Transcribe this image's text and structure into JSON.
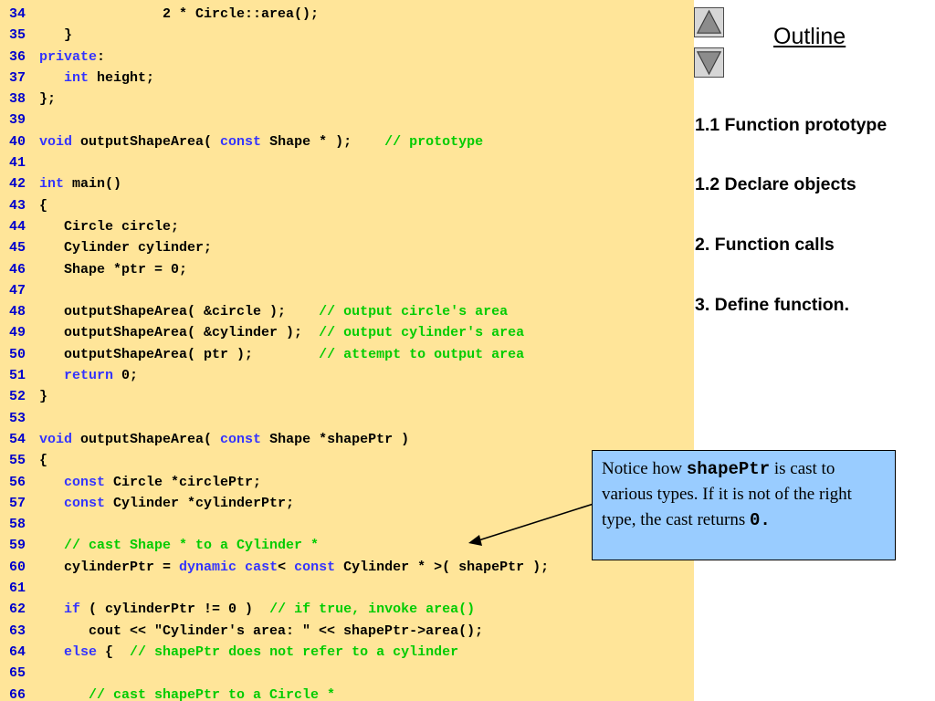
{
  "code": {
    "lines": [
      {
        "num": "34",
        "tokens": [
          {
            "t": "               2 * Circle::area();",
            "c": "tx"
          }
        ]
      },
      {
        "num": "35",
        "tokens": [
          {
            "t": "   }",
            "c": "tx"
          }
        ]
      },
      {
        "num": "36",
        "tokens": [
          {
            "t": "private",
            "c": "kw"
          },
          {
            "t": ":",
            "c": "tx"
          }
        ]
      },
      {
        "num": "37",
        "tokens": [
          {
            "t": "   ",
            "c": "tx"
          },
          {
            "t": "int",
            "c": "kw"
          },
          {
            "t": " height;",
            "c": "tx"
          }
        ]
      },
      {
        "num": "38",
        "tokens": [
          {
            "t": "};",
            "c": "tx"
          }
        ]
      },
      {
        "num": "39",
        "tokens": []
      },
      {
        "num": "40",
        "tokens": [
          {
            "t": "void",
            "c": "kw"
          },
          {
            "t": " outputShapeArea( ",
            "c": "tx"
          },
          {
            "t": "const",
            "c": "kw"
          },
          {
            "t": " Shape * );    ",
            "c": "tx"
          },
          {
            "t": "// prototype",
            "c": "cm"
          }
        ]
      },
      {
        "num": "41",
        "tokens": []
      },
      {
        "num": "42",
        "tokens": [
          {
            "t": "int",
            "c": "kw"
          },
          {
            "t": " main()",
            "c": "tx"
          }
        ]
      },
      {
        "num": "43",
        "tokens": [
          {
            "t": "{",
            "c": "tx"
          }
        ]
      },
      {
        "num": "44",
        "tokens": [
          {
            "t": "   Circle circle;",
            "c": "tx"
          }
        ]
      },
      {
        "num": "45",
        "tokens": [
          {
            "t": "   Cylinder cylinder;",
            "c": "tx"
          }
        ]
      },
      {
        "num": "46",
        "tokens": [
          {
            "t": "   Shape *ptr = 0;",
            "c": "tx"
          }
        ]
      },
      {
        "num": "47",
        "tokens": []
      },
      {
        "num": "48",
        "tokens": [
          {
            "t": "   outputShapeArea( &circle );    ",
            "c": "tx"
          },
          {
            "t": "// output circle's area",
            "c": "cm"
          }
        ]
      },
      {
        "num": "49",
        "tokens": [
          {
            "t": "   outputShapeArea( &cylinder );  ",
            "c": "tx"
          },
          {
            "t": "// output cylinder's area",
            "c": "cm"
          }
        ]
      },
      {
        "num": "50",
        "tokens": [
          {
            "t": "   outputShapeArea( ptr );        ",
            "c": "tx"
          },
          {
            "t": "// attempt to output area",
            "c": "cm"
          }
        ]
      },
      {
        "num": "51",
        "tokens": [
          {
            "t": "   ",
            "c": "tx"
          },
          {
            "t": "return",
            "c": "kw"
          },
          {
            "t": " 0;",
            "c": "tx"
          }
        ]
      },
      {
        "num": "52",
        "tokens": [
          {
            "t": "}",
            "c": "tx"
          }
        ]
      },
      {
        "num": "53",
        "tokens": []
      },
      {
        "num": "54",
        "tokens": [
          {
            "t": "void",
            "c": "kw"
          },
          {
            "t": " outputShapeArea( ",
            "c": "tx"
          },
          {
            "t": "const",
            "c": "kw"
          },
          {
            "t": " Shape *shapePtr )",
            "c": "tx"
          }
        ]
      },
      {
        "num": "55",
        "tokens": [
          {
            "t": "{",
            "c": "tx"
          }
        ]
      },
      {
        "num": "56",
        "tokens": [
          {
            "t": "   ",
            "c": "tx"
          },
          {
            "t": "const",
            "c": "kw"
          },
          {
            "t": " Circle *circlePtr;",
            "c": "tx"
          }
        ]
      },
      {
        "num": "57",
        "tokens": [
          {
            "t": "   ",
            "c": "tx"
          },
          {
            "t": "const",
            "c": "kw"
          },
          {
            "t": " Cylinder *cylinderPtr;",
            "c": "tx"
          }
        ]
      },
      {
        "num": "58",
        "tokens": []
      },
      {
        "num": "59",
        "tokens": [
          {
            "t": "   ",
            "c": "tx"
          },
          {
            "t": "// cast Shape * to a Cylinder *",
            "c": "cm"
          }
        ]
      },
      {
        "num": "60",
        "tokens": [
          {
            "t": "   cylinderPtr = ",
            "c": "tx"
          },
          {
            "t": "dynamic",
            "c": "kw"
          },
          {
            "t": " ",
            "c": "tx"
          },
          {
            "t": "cast",
            "c": "kw"
          },
          {
            "t": "< ",
            "c": "tx"
          },
          {
            "t": "const",
            "c": "kw"
          },
          {
            "t": " Cylinder * >( shapePtr );",
            "c": "tx"
          }
        ]
      },
      {
        "num": "61",
        "tokens": []
      },
      {
        "num": "62",
        "tokens": [
          {
            "t": "   ",
            "c": "tx"
          },
          {
            "t": "if",
            "c": "kw"
          },
          {
            "t": " ( cylinderPtr != 0 )  ",
            "c": "tx"
          },
          {
            "t": "// if true, invoke area()",
            "c": "cm"
          }
        ]
      },
      {
        "num": "63",
        "tokens": [
          {
            "t": "      cout << \"Cylinder's area: \" << shapePtr->area();",
            "c": "tx"
          }
        ]
      },
      {
        "num": "64",
        "tokens": [
          {
            "t": "   ",
            "c": "tx"
          },
          {
            "t": "else",
            "c": "kw"
          },
          {
            "t": " {  ",
            "c": "tx"
          },
          {
            "t": "// shapePtr does not refer to a cylinder",
            "c": "cm"
          }
        ]
      },
      {
        "num": "65",
        "tokens": []
      },
      {
        "num": "66",
        "tokens": [
          {
            "t": "      ",
            "c": "tx"
          },
          {
            "t": "// cast shapePtr to a Circle *",
            "c": "cm"
          }
        ]
      }
    ]
  },
  "outline": {
    "title": "Outline",
    "items": [
      "1.1 Function prototype",
      "1.2 Declare objects",
      "2. Function calls",
      "3. Define function."
    ]
  },
  "callout": {
    "part1": "Notice how ",
    "code1": "shapePtr",
    "part2": " is cast to various types.  If it is not of the right type, the cast returns ",
    "code2": "0.",
    "bg": "#99ccff"
  },
  "nav": {
    "up_icon": "triangle-up-icon",
    "down_icon": "triangle-down-icon"
  },
  "colors": {
    "code_bg": "#ffe599",
    "keyword": "#3333ff",
    "comment": "#00cc00",
    "line_number": "#0000cc"
  }
}
